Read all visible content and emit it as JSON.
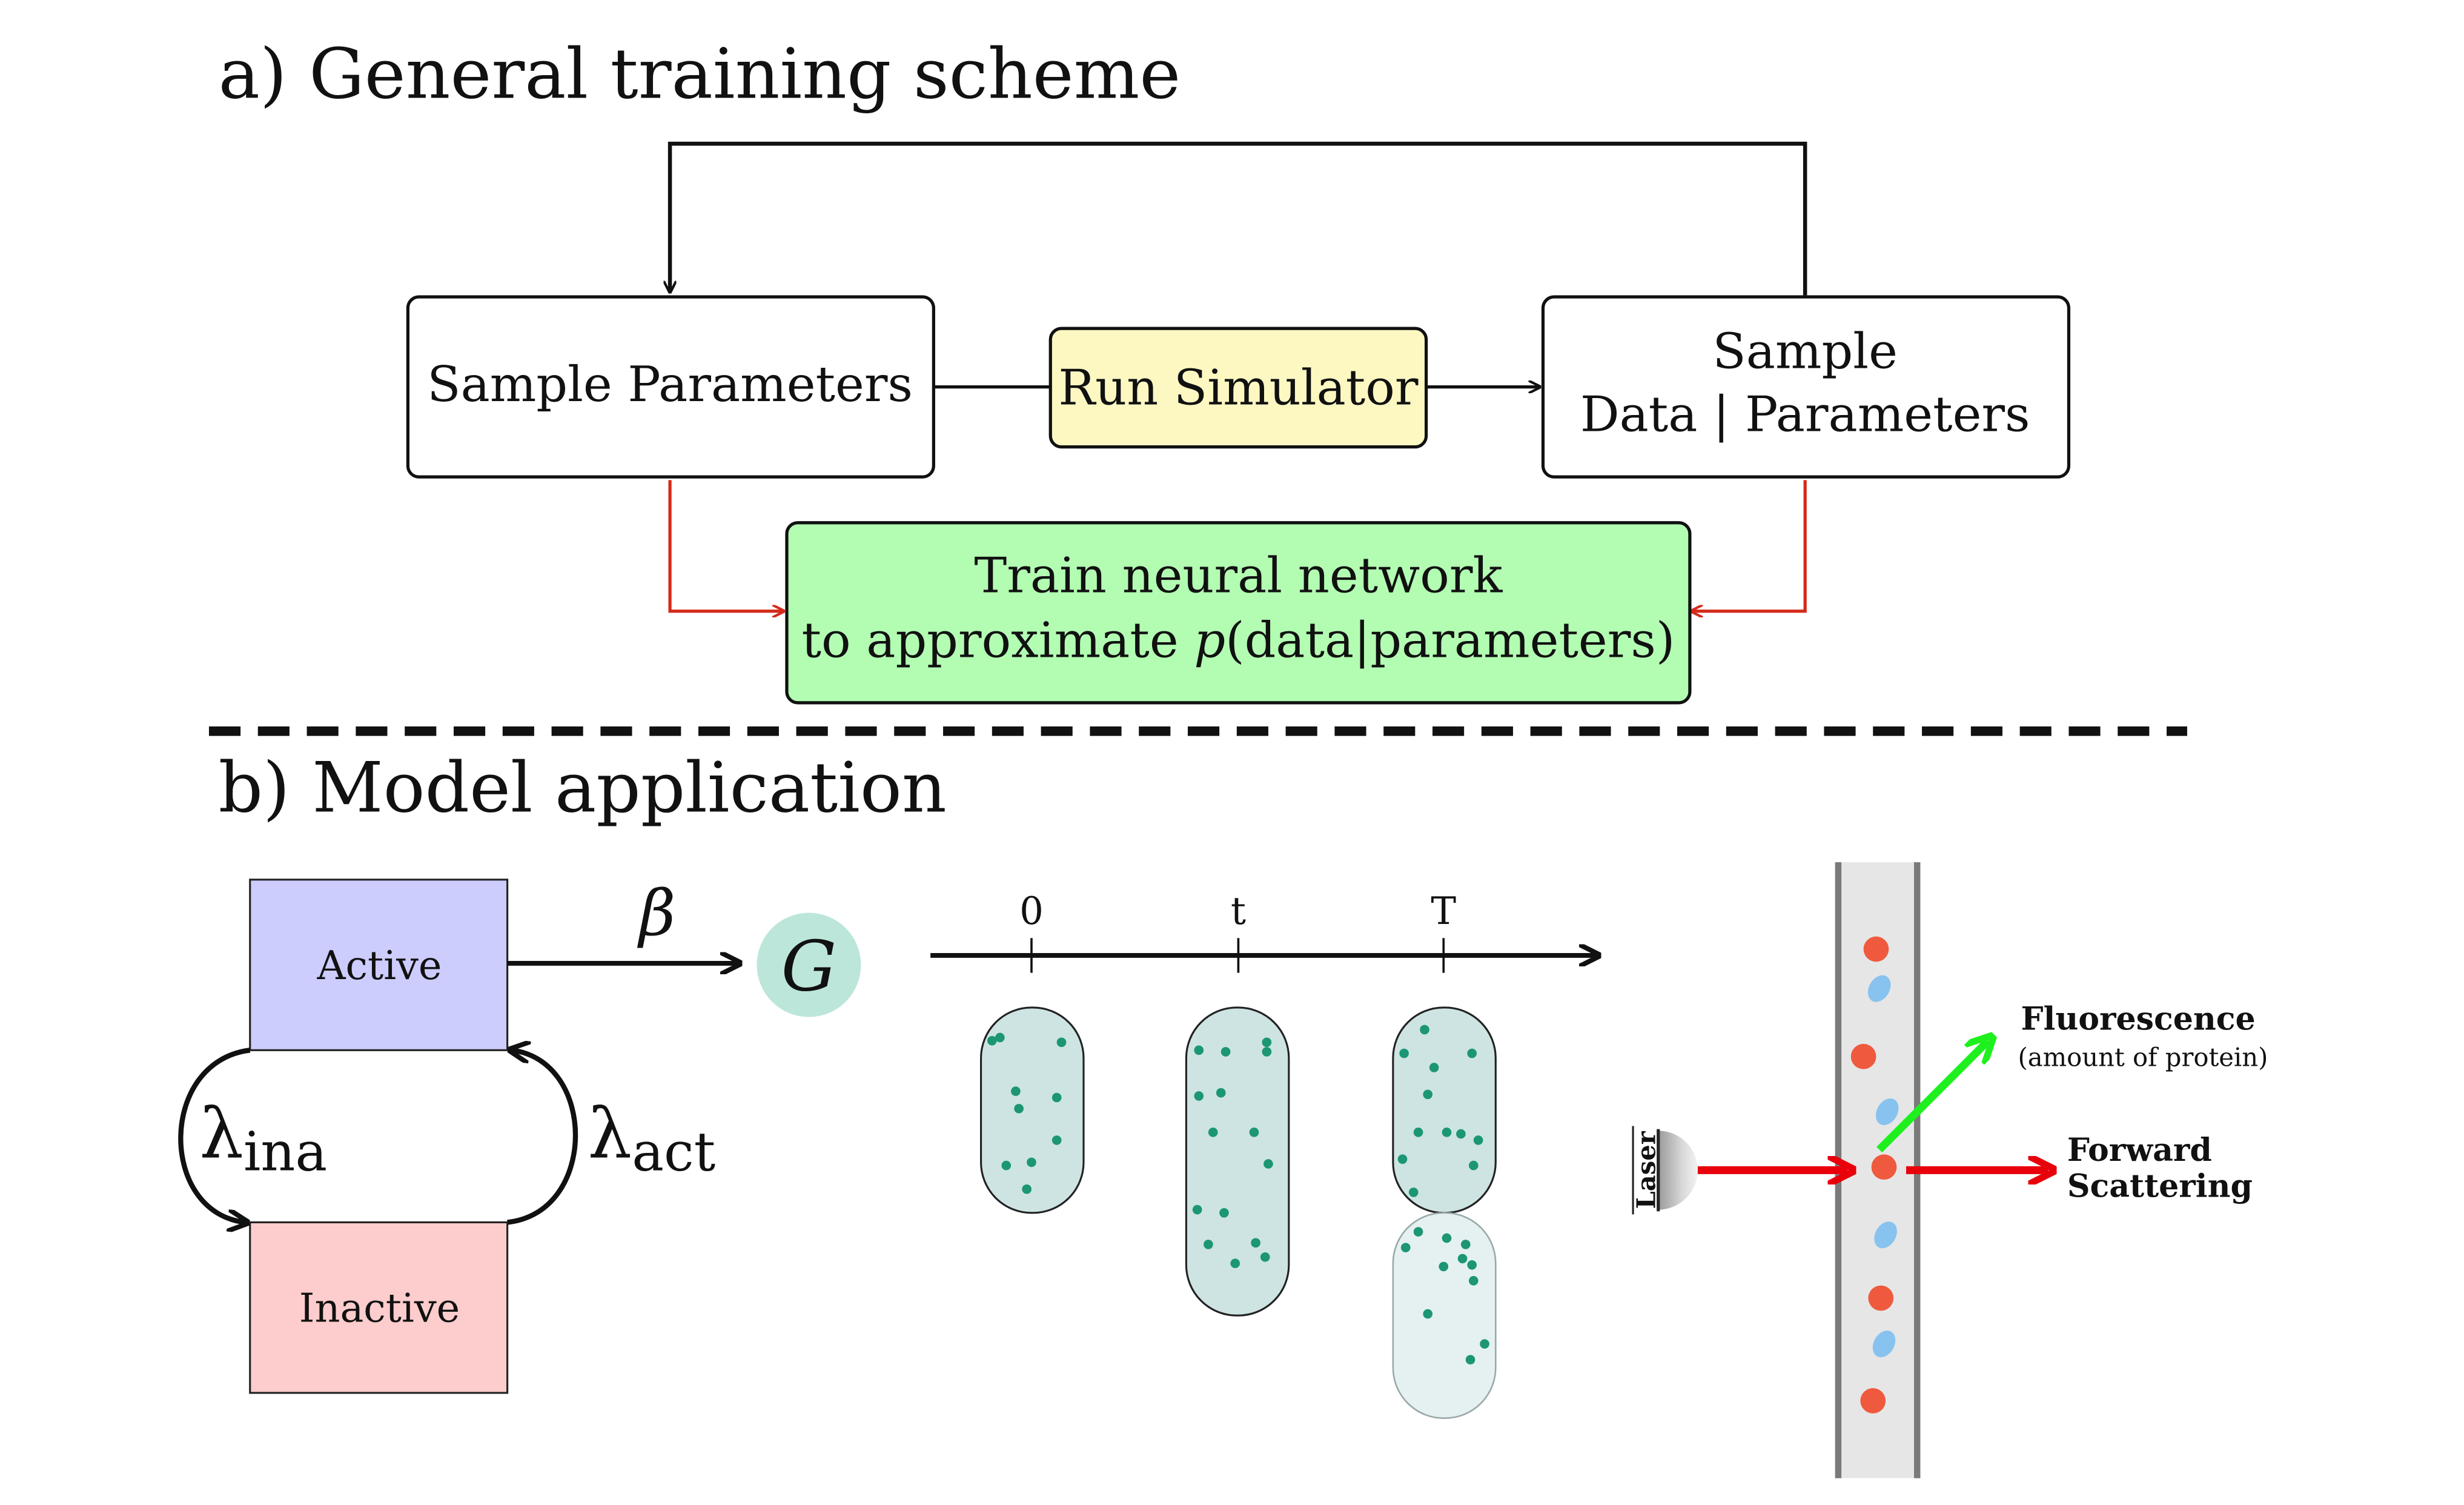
{
  "panel_a": {
    "title": "a) General training scheme",
    "sample_parameters": "Sample Parameters",
    "run_simulator": "Run Simulator",
    "sample_data_line1": "Sample",
    "sample_data_line2": "Data | Parameters",
    "train_line1": "Train neural network",
    "train_line2_prefix": "to approximate ",
    "train_line2_p": "p",
    "train_line2_suffix": "(data|parameters)"
  },
  "panel_b": {
    "title": "b) Model application",
    "active": "Active",
    "inactive": "Inactive",
    "beta": "β",
    "gene": "G",
    "lambda_ina": "λ",
    "lambda_ina_sub": "ina",
    "lambda_act": "λ",
    "lambda_act_sub": "act",
    "timeline_ticks": [
      "0",
      "t",
      "T"
    ],
    "laser": "Laser",
    "fluorescence": "Fluorescence",
    "fluorescence_sub": "(amount of protein)",
    "forward_line1": "Forward",
    "forward_line2": "Scattering"
  },
  "colors": {
    "run_simulator_fill": "#fdf8c2",
    "train_fill": "#b3fdb3",
    "active_fill": "#ccccfd",
    "inactive_fill": "#fdcccc",
    "gene_fill": "#bde6da",
    "cell_fill": "#cde4e3",
    "cell_fill_light": "#e4f1f0",
    "dot": "#1c9674",
    "red_arrow": "#e8000b",
    "feedback_arrow": "#d42a1a",
    "green_arrow": "#1ef01e",
    "red_particle": "#ef5a3e",
    "blue_particle": "#87c3ee",
    "channel": "#e6e6e6",
    "channel_wall": "#7a7a7a"
  }
}
